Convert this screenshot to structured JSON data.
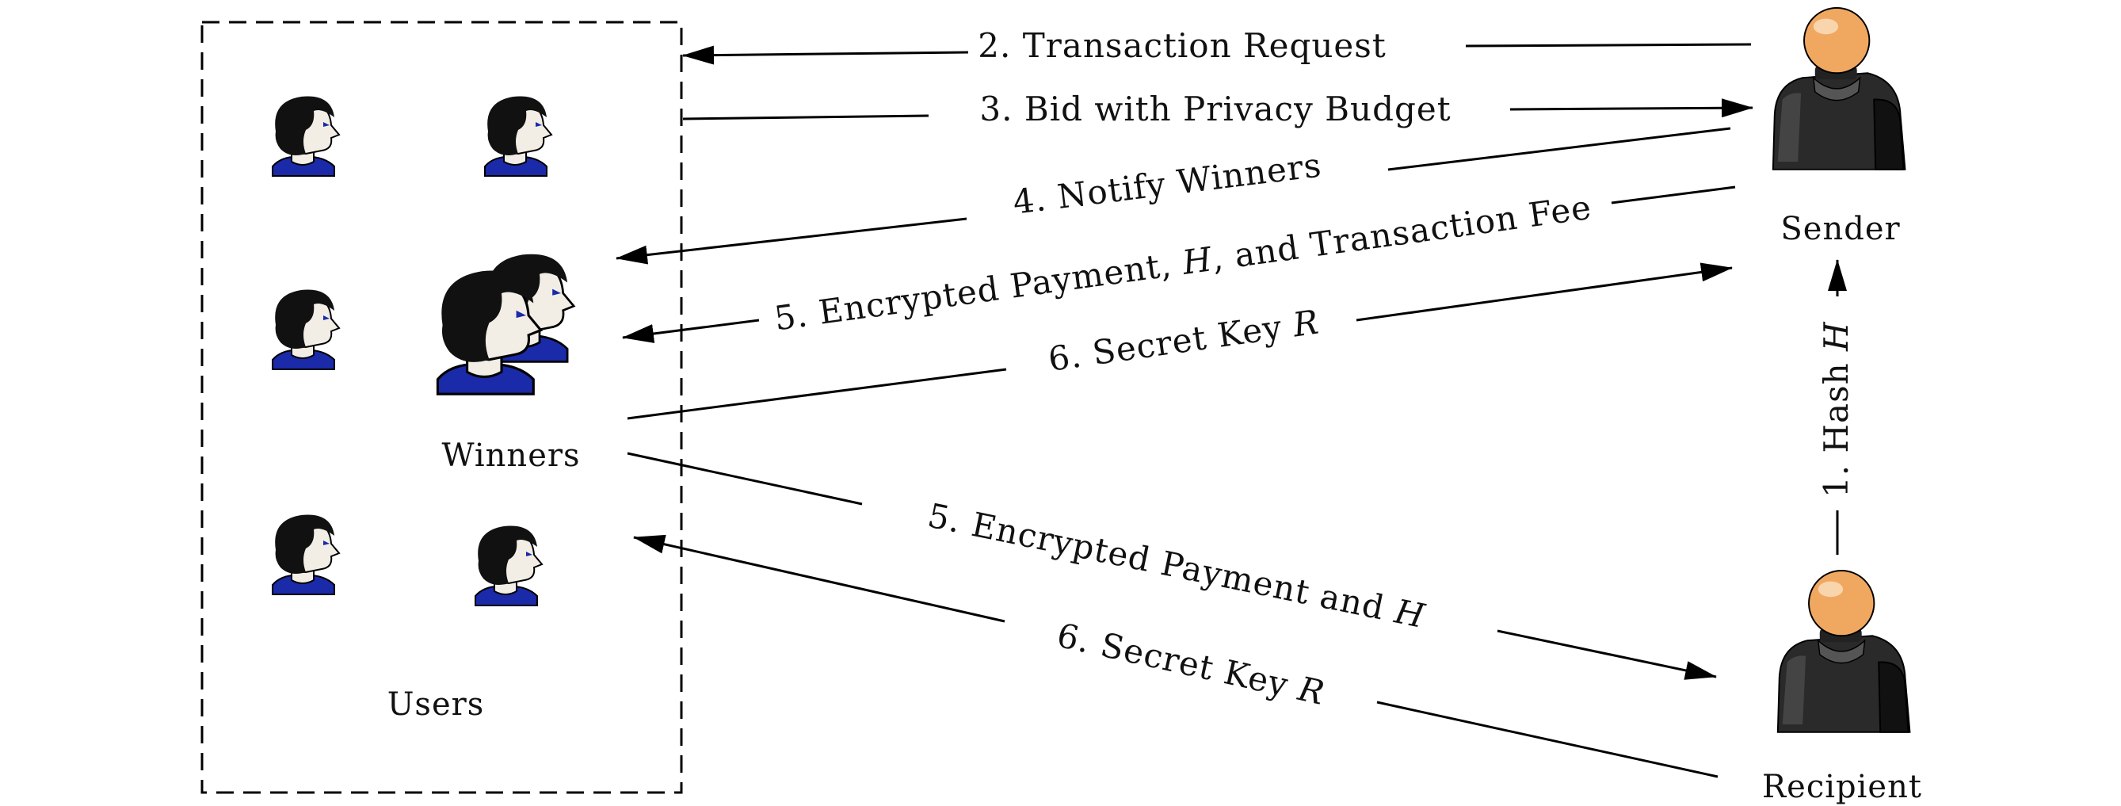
{
  "nodes": {
    "users": "Users",
    "winners": "Winners",
    "sender": "Sender",
    "recipient": "Recipient"
  },
  "edges": {
    "hash": {
      "step": "1. Hash ",
      "var": "H"
    },
    "transaction_request": {
      "text": "2. Transaction Request"
    },
    "bid": {
      "text": "3. Bid with Privacy Budget"
    },
    "notify": {
      "text": "4. Notify Winners"
    },
    "encrypted_payment_fee": {
      "pre": "5. Encrypted Payment, ",
      "var": "H",
      "post": ", and Transaction Fee"
    },
    "secret_key_sender": {
      "pre": "6. Secret Key ",
      "var": "R"
    },
    "encrypted_payment_recipient": {
      "pre": "5. Encrypted Payment and ",
      "var": "H"
    },
    "secret_key_recipient": {
      "pre": "6. Secret Key ",
      "var": "R"
    }
  },
  "icons": {
    "user_icon": "user-head-icon",
    "person_icon": "person-bust-icon"
  },
  "colors": {
    "line": "#000000",
    "person_head": "#f0a860",
    "person_body": "#2a2a2a",
    "user_shirt": "#1a2aa8",
    "user_hair": "#111111",
    "user_face": "#f2eee6"
  }
}
